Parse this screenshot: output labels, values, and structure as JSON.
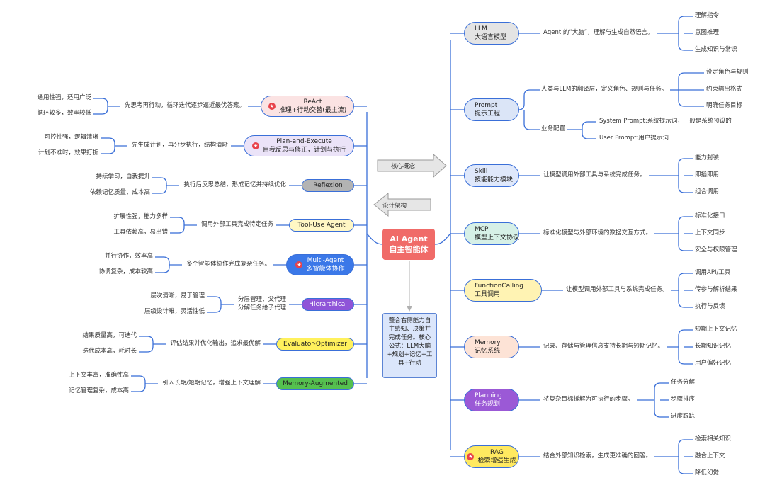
{
  "center": {
    "line1": "AI Agent",
    "line2": "自主智能体"
  },
  "summary": "整合右侧能力自主感知、决策并完成任务。核心公式：LLM大脑+规划+记忆+工具+行动",
  "arrows": {
    "right": "核心概念",
    "left": "设计架构"
  },
  "right_branches": [
    {
      "line1": "LLM",
      "line2": "大语言模型",
      "fill": "#e4e4e4",
      "desc": "Agent 的“大脑”，理解与生成自然语言。",
      "leaves": [
        "理解指令",
        "意图推理",
        "生成知识与常识"
      ]
    },
    {
      "line1": "Prompt",
      "line2": "提示工程",
      "fill": "#dbe5f7",
      "desc": "人类与LLM的翻译层，定义角色、规则与任务。",
      "leaves": [
        "设定角色与规则",
        "约束输出格式",
        "明确任务目标"
      ],
      "sub_label": "业务配置",
      "sub_leaves": [
        "System Prompt:系统提示词，一般是系统预设的",
        "User Prompt:用户提示词"
      ]
    },
    {
      "line1": "Skill",
      "line2": "技能能力模块",
      "fill": "#dfe8fb",
      "desc": "让模型调用外部工具与系统完成任务。",
      "leaves": [
        "能力封装",
        "即插即用",
        "组合调用"
      ]
    },
    {
      "line1": "MCP",
      "line2": "模型上下文协议",
      "fill": "#d6f0e7",
      "desc": "标准化模型与外部环境的数据交互方式。",
      "leaves": [
        "标准化接口",
        "上下文同步",
        "安全与权限管理"
      ]
    },
    {
      "line1": "FunctionCalling",
      "line2": "工具调用",
      "fill": "#fff3b3",
      "desc": "让模型调用外部工具与系统完成任务。",
      "leaves": [
        "调用API/工具",
        "传参与解析结果",
        "执行与反馈"
      ]
    },
    {
      "line1": "Memory",
      "line2": "记忆系统",
      "fill": "#fde3d6",
      "desc": "记录、存储与管理信息支持长期与短期记忆。",
      "leaves": [
        "短期上下文记忆",
        "长期知识记忆",
        "用户偏好记忆"
      ]
    },
    {
      "line1": "Planning",
      "line2": "任务规划",
      "fill": "#9b59d6",
      "text_color": "#ffffff",
      "desc": "将复杂目标拆解为可执行的步骤。",
      "leaves": [
        "任务分解",
        "步骤排序",
        "进度跟踪"
      ]
    },
    {
      "line1": "RAG",
      "line2": "检索增强生成",
      "fill": "#ffe960",
      "star": true,
      "desc": "结合外部知识检索，生成更准确的回答。",
      "leaves": [
        "检索相关知识",
        "融合上下文",
        "降低幻觉"
      ]
    }
  ],
  "left_branches": [
    {
      "line1": "ReAct",
      "line2": "推理+行动交替(最主流)",
      "fill": "#fbe3e3",
      "star": true,
      "desc": "先思考再行动，循环迭代逐步逼近最优答案。",
      "leaves": [
        "通用性强，适用广泛",
        "循环较多，效率较低"
      ]
    },
    {
      "line1": "Plan-and-Execute",
      "line2": "自我反思与修正，计划与执行",
      "fill": "#ebe3f8",
      "star": true,
      "desc": "先生成计划，再分步执行，结构清晰",
      "leaves": [
        "可控性强，逻辑清晰",
        "计划不准时，效果打折"
      ]
    },
    {
      "line1": "Reflexion",
      "line2": "",
      "fill": "#b3b3b3",
      "desc": "执行后反思总结，形成记忆并持续优化",
      "leaves": [
        "持续学习，自我提升",
        "依赖记忆质量，成本高"
      ]
    },
    {
      "line1": "Tool-Use Agent",
      "line2": "",
      "fill": "#fff7c4",
      "desc": "调用外部工具完成特定任务",
      "leaves": [
        "扩展性强，能力多样",
        "工具依赖高，易出错"
      ]
    },
    {
      "line1": "Multi-Agent",
      "line2": "多智能体协作",
      "fill": "#3b78e8",
      "text_color": "#ffffff",
      "star": true,
      "desc": "多个智能体协作完成复杂任务。",
      "leaves": [
        "并行协作，效率高",
        "协调复杂，成本较高"
      ]
    },
    {
      "line1": "Hierarchical",
      "line2": "",
      "fill": "#8f54d8",
      "text_color": "#ffffff",
      "desc": "分层管理，父代理",
      "desc2": "分解任务给子代理",
      "leaves": [
        "层次清晰，易于管理",
        "层级设计难，灵活性低"
      ]
    },
    {
      "line1": "Evaluator-Optimizer",
      "line2": "",
      "fill": "#fff15c",
      "desc": "评估结果并优化输出，追求最优解",
      "leaves": [
        "结果质量高，可迭代",
        "迭代成本高，耗时长"
      ]
    },
    {
      "line1": "Memory-Augmented",
      "line2": "",
      "fill": "#55c04f",
      "desc": "引入长期/短期记忆，增强上下文理解",
      "leaves": [
        "上下文丰富，准确性高",
        "记忆管理复杂，成本高"
      ]
    }
  ],
  "colors": {
    "line": "#3a6fd8",
    "center": "#f06b68",
    "summary_fill": "#dbe6fb",
    "arrow_fill": "#e6e6e6"
  }
}
